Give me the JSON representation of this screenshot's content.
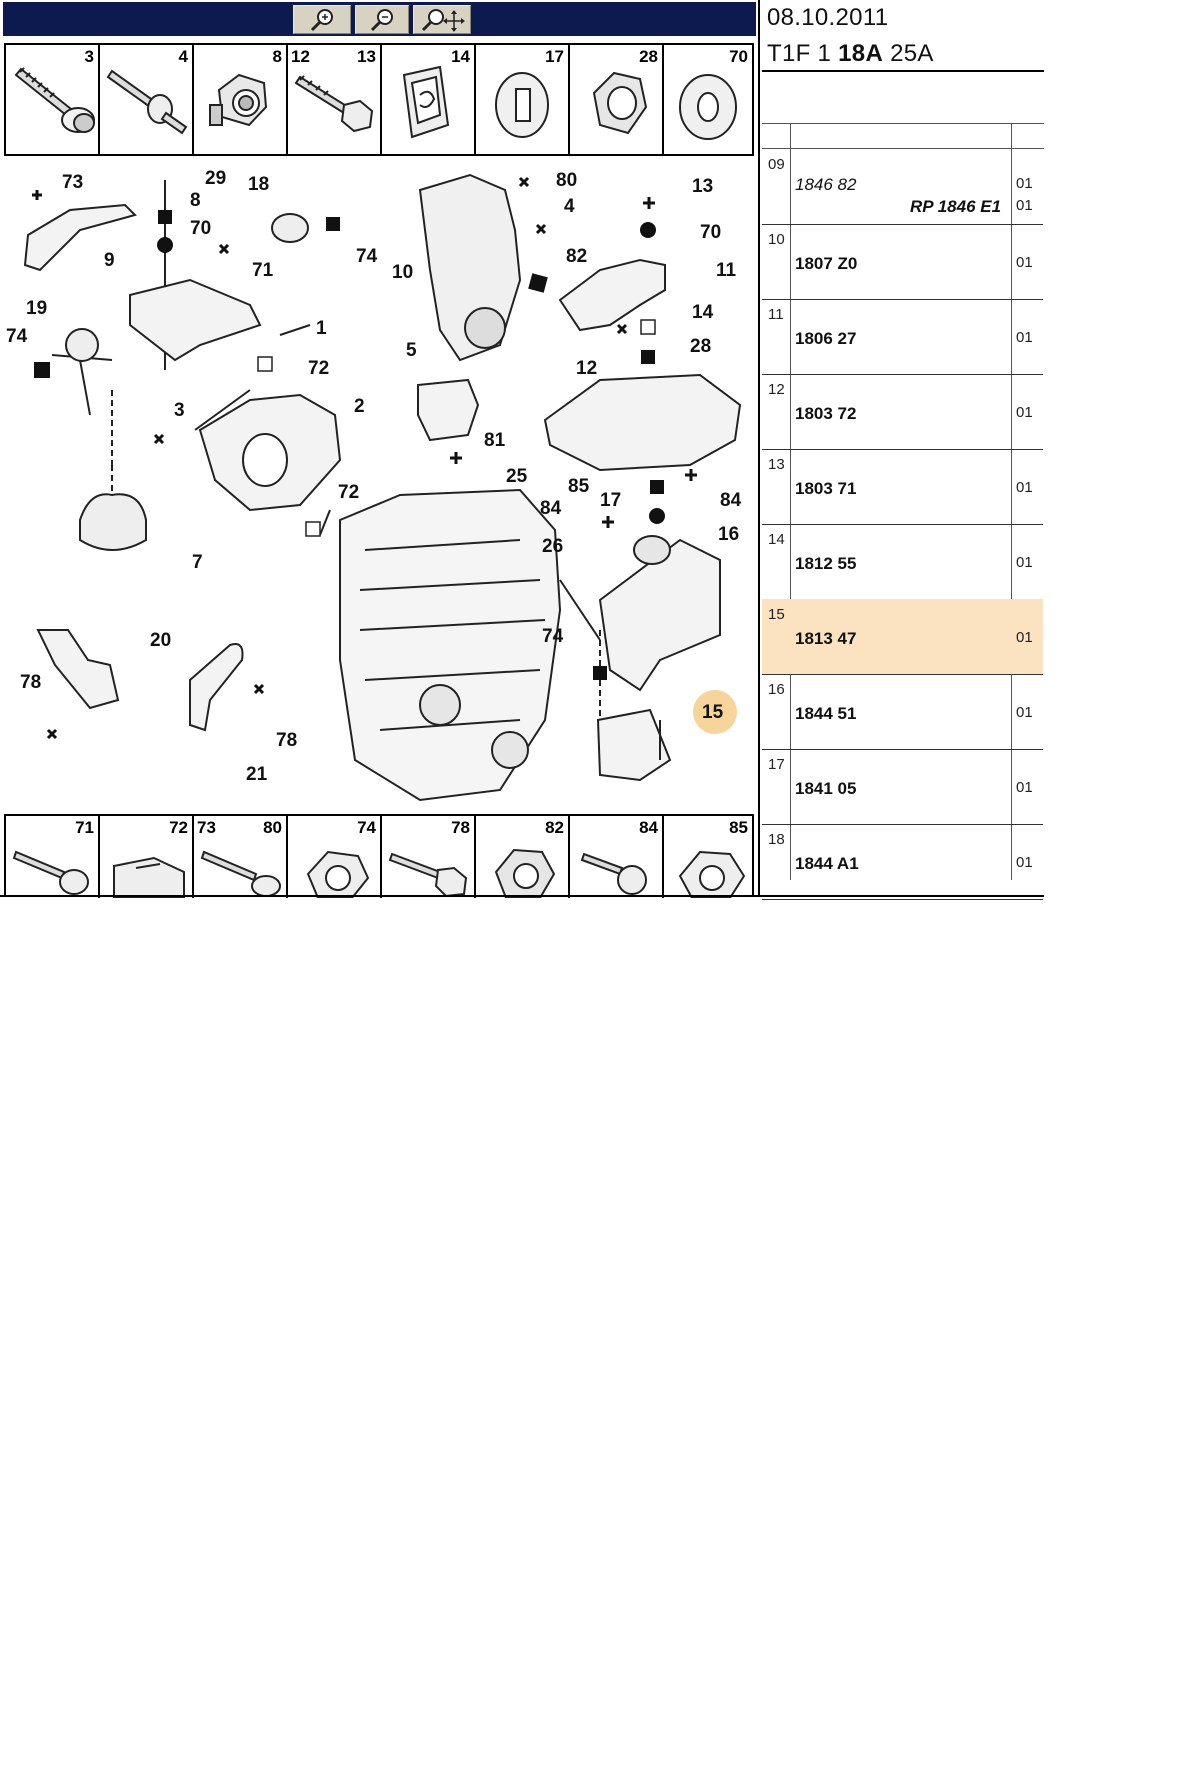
{
  "toolbar": {
    "buttons": [
      {
        "name": "zoom-in-button",
        "icon": "zoom-in-icon"
      },
      {
        "name": "zoom-out-button",
        "icon": "zoom-out-icon"
      },
      {
        "name": "pan-zoom-button",
        "icon": "pan-zoom-icon"
      }
    ],
    "colors": {
      "background": "#0c1a4f",
      "button": "#d8d2c2"
    }
  },
  "header": {
    "date": "08.10.2011",
    "code_prefix": "T1F 1",
    "code_bold": "18A",
    "code_suffix": "25A"
  },
  "top_strip": [
    {
      "label": "3",
      "icon": "bolt-flange-icon"
    },
    {
      "label": "4",
      "icon": "stud-bolt-icon"
    },
    {
      "label": "8",
      "icon": "nut-cage-icon"
    },
    {
      "label": "12",
      "label_right": "13",
      "icon": "bolt-icon"
    },
    {
      "label": "14",
      "icon": "clip-icon"
    },
    {
      "label": "17",
      "icon": "washer-d-icon"
    },
    {
      "label": "28",
      "icon": "hex-nut-icon"
    },
    {
      "label": "70",
      "icon": "washer-icon"
    }
  ],
  "bottom_strip": [
    {
      "label": "71",
      "icon": "bolt-flange-icon"
    },
    {
      "label": "72",
      "icon": "clip-icon"
    },
    {
      "label": "73",
      "label_right": "80",
      "icon": "bolt-icon"
    },
    {
      "label": "74",
      "icon": "flange-nut-icon"
    },
    {
      "label": "78",
      "icon": "bolt-icon"
    },
    {
      "label": "82",
      "icon": "hex-nut-icon"
    },
    {
      "label": "84",
      "icon": "bolt-flange-icon"
    },
    {
      "label": "85",
      "icon": "flange-nut-icon"
    }
  ],
  "callouts": [
    "73",
    "9",
    "29",
    "8",
    "70",
    "71",
    "18",
    "74",
    "19",
    "74",
    "1",
    "72",
    "3",
    "2",
    "72",
    "7",
    "20",
    "78",
    "21",
    "78",
    "80",
    "4",
    "10",
    "82",
    "5",
    "81",
    "13",
    "70",
    "11",
    "14",
    "12",
    "28",
    "25",
    "85",
    "84",
    "17",
    "84",
    "16",
    "26",
    "74",
    "15"
  ],
  "parts": [
    {
      "num": "09",
      "ref": "1846 82",
      "ref_italic": true,
      "qty": "01",
      "extra_ref": "RP 1846 E1",
      "extra_qty": "01"
    },
    {
      "num": "10",
      "ref": "1807 Z0",
      "qty": "01"
    },
    {
      "num": "11",
      "ref": "1806 27",
      "qty": "01"
    },
    {
      "num": "12",
      "ref": "1803 72",
      "qty": "01"
    },
    {
      "num": "13",
      "ref": "1803 71",
      "qty": "01"
    },
    {
      "num": "14",
      "ref": "1812 55",
      "qty": "01"
    },
    {
      "num": "15",
      "ref": "1813 47",
      "qty": "01",
      "highlighted": true
    },
    {
      "num": "16",
      "ref": "1844 51",
      "qty": "01"
    },
    {
      "num": "17",
      "ref": "1841 05",
      "qty": "01"
    },
    {
      "num": "18",
      "ref": "1844 A1",
      "qty": "01"
    }
  ],
  "highlight_color": "#fbe2c0",
  "highlight_callout_color": "#f7d49a"
}
